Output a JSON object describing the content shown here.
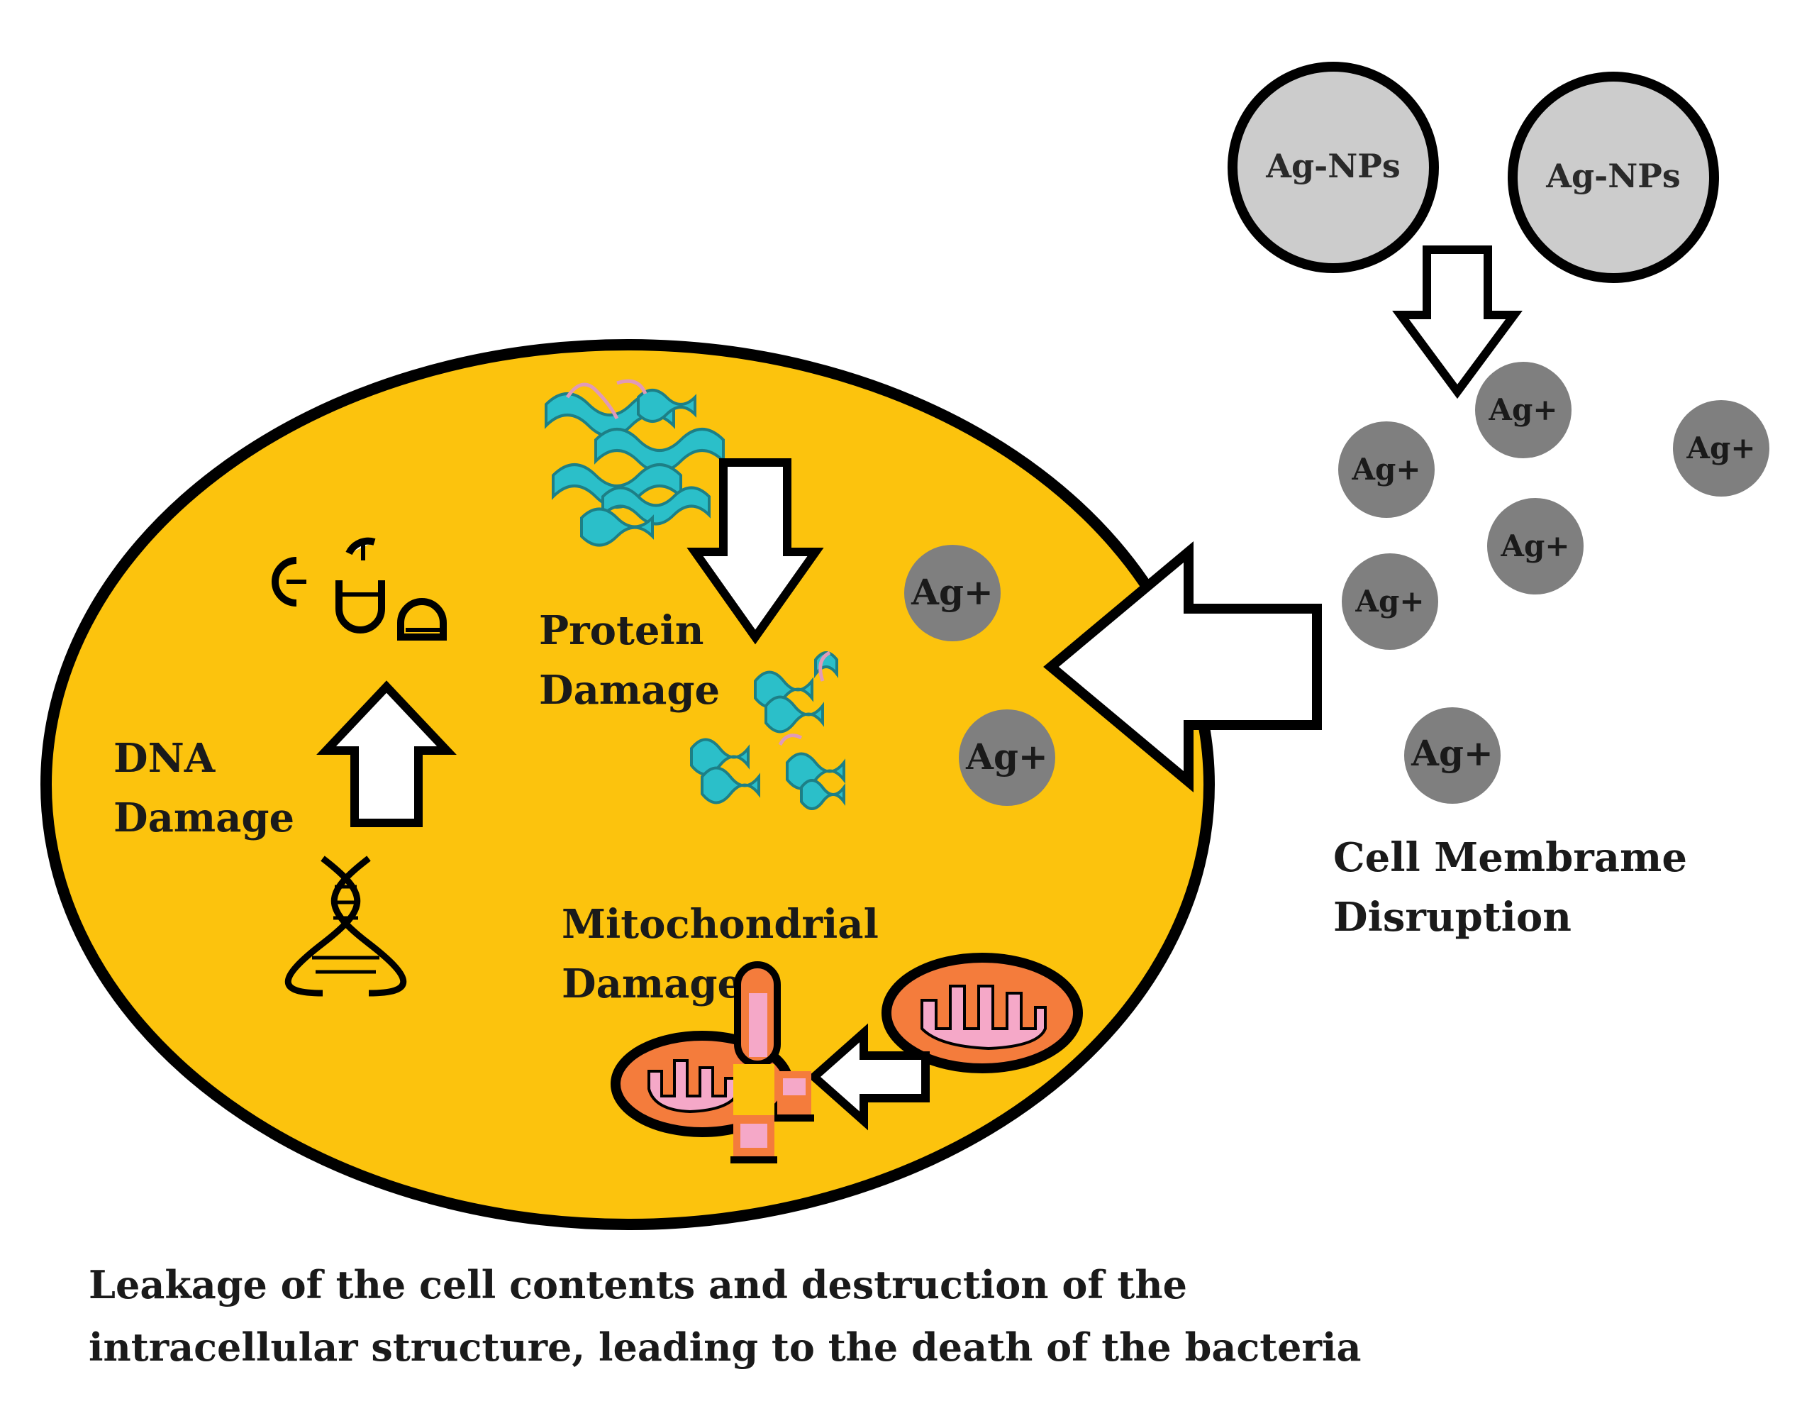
{
  "nanoparticles": {
    "label": "Ag-NPs"
  },
  "ions": {
    "label": "Ag+"
  },
  "labels": {
    "protein_line1": "Protein",
    "protein_line2": "Damage",
    "dna_line1": "DNA",
    "dna_line2": "Damage",
    "mito_line1": "Mitochondrial",
    "mito_line2": "Damage",
    "membrane_line1": "Cell Membrame",
    "membrane_line2": "Disruption",
    "caption_line1": "Leakage of the cell contents and destruction of the",
    "caption_line2": "intracellular structure, leading to the death of the bacteria"
  },
  "colors": {
    "cell": "#fcc30d",
    "nanoparticle": "#cccccc",
    "ion": "#7f7f7f",
    "protein": "#2bbfc9",
    "mito_outer": "#f47c3c",
    "mito_inner": "#f5a8c8",
    "outline": "#000000"
  }
}
